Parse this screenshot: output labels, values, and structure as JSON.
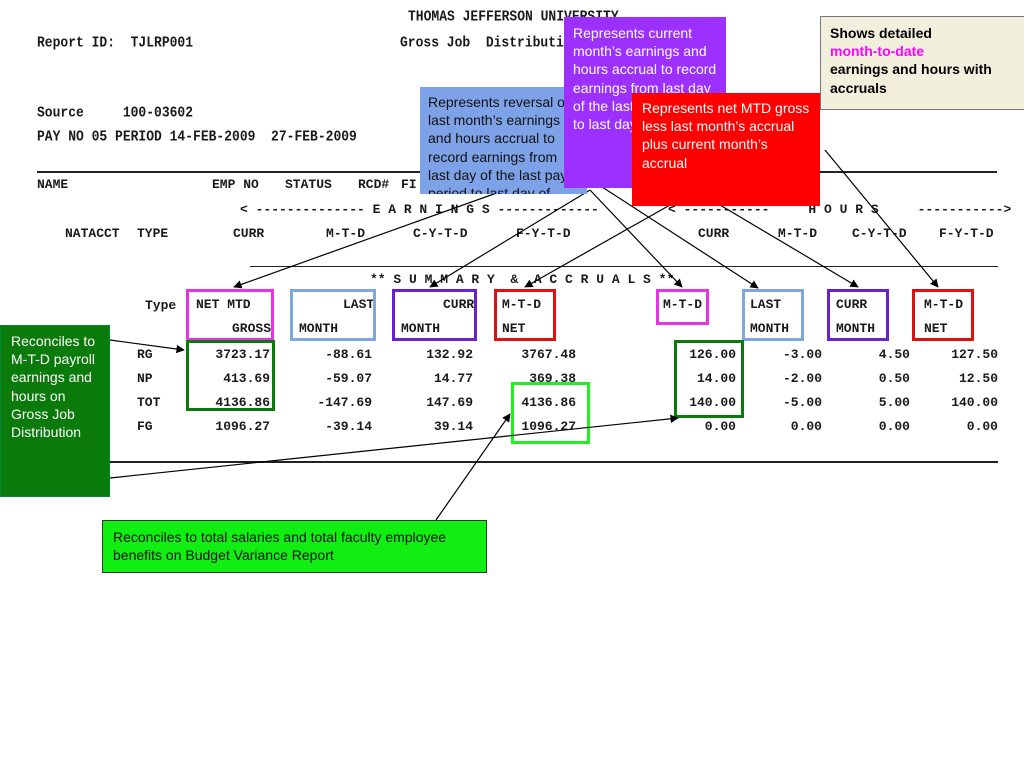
{
  "report": {
    "university": "THOMAS JEFFERSON UNIVERSITY",
    "report_id": "Report ID:  TJLRP001",
    "subtitle": "Gross Job  Distributio",
    "source": "Source     100-03602",
    "pay_period": "PAY NO 05 PERIOD 14-FEB-2009  27-FEB-2009",
    "col_name": "NAME",
    "col_emp_no": "EMP NO",
    "col_status": "STATUS",
    "col_rcd": "RCD#",
    "col_fi": "FI",
    "earnings_banner": "< -------------- E A R N I N G S -------------",
    "hours_banner": "< -----------     H O U R S     ----------->",
    "sub_headers": {
      "natacct": "NATACCT",
      "type": "TYPE",
      "earn_curr": "CURR",
      "earn_mtd": "M-T-D",
      "earn_cytd": "C-Y-T-D",
      "earn_fytd": "F-Y-T-D",
      "hrs_curr": "CURR",
      "hrs_mtd": "M-T-D",
      "hrs_cytd": "C-Y-T-D",
      "hrs_fytd": "F-Y-T-D"
    },
    "summary_banner": "** S U M M A R Y  &  A C C R U A L S **",
    "col_type": "Type",
    "earn_cols": {
      "net_mtd_1": "NET MTD",
      "net_mtd_2": "GROSS",
      "last_1": "LAST",
      "last_2": "MONTH",
      "curr_1": "CURR",
      "curr_2": "MONTH",
      "mtd_net_1": "M-T-D",
      "mtd_net_2": "NET"
    },
    "hrs_cols": {
      "mtd_1": "M-T-D",
      "last_1": "LAST",
      "last_2": "MONTH",
      "curr_1": "CURR",
      "curr_2": "MONTH",
      "mtd_net_1": "M-T-D",
      "mtd_net_2": "NET"
    },
    "rows": [
      {
        "type": "RG",
        "net_mtd_gross": "3723.17",
        "last_month": "-88.61",
        "curr_month": "132.92",
        "mtd_net": "3767.48",
        "h_mtd": "126.00",
        "h_last": "-3.00",
        "h_curr": "4.50",
        "h_net": "127.50"
      },
      {
        "type": "NP",
        "net_mtd_gross": "413.69",
        "last_month": "-59.07",
        "curr_month": "14.77",
        "mtd_net": "369.38",
        "h_mtd": "14.00",
        "h_last": "-2.00",
        "h_curr": "0.50",
        "h_net": "12.50"
      },
      {
        "type": "TOT",
        "net_mtd_gross": "4136.86",
        "last_month": "-147.69",
        "curr_month": "147.69",
        "mtd_net": "4136.86",
        "h_mtd": "140.00",
        "h_last": "-5.00",
        "h_curr": "5.00",
        "h_net": "140.00"
      },
      {
        "type": "FG",
        "net_mtd_gross": "1096.27",
        "last_month": "-39.14",
        "curr_month": "39.14",
        "mtd_net": "1096.27",
        "h_mtd": "0.00",
        "h_last": "0.00",
        "h_curr": "0.00",
        "h_net": "0.00"
      }
    ]
  },
  "callouts": {
    "reversal": "Represents reversal of last month’s earnings and hours accrual to record earnings from last day of the last pay period to last day of month",
    "current": "Represents current month’s earnings and hours accrual to record earnings from last day of the last pay period to last day of month",
    "net": "Represents net MTD gross less last month’s accrual plus current month’s accrual",
    "detail_1": "Shows detailed",
    "detail_2": "month-to-date",
    "detail_3": "earnings and hours with accruals",
    "reconcile_gross": "Reconciles to M-T-D payroll earnings and hours on Gross Job Distribution",
    "reconcile_budget": "Reconciles to total salaries and total faculty employee benefits on Budget Variance Report"
  },
  "colors": {
    "magenta": "#e832e8",
    "blue": "#7ea6e0",
    "purple": "#6a1fd1",
    "red": "#e01010",
    "dark_green": "#0a7a0a",
    "bright_green": "#22ee22",
    "callout_blue": "#7ea2e8",
    "callout_purple": "#9b30ff",
    "callout_red": "#ff0000",
    "callout_beige": "#f2f0dc",
    "callout_dkgreen": "#0a7a0a",
    "callout_green": "#11ee11"
  }
}
